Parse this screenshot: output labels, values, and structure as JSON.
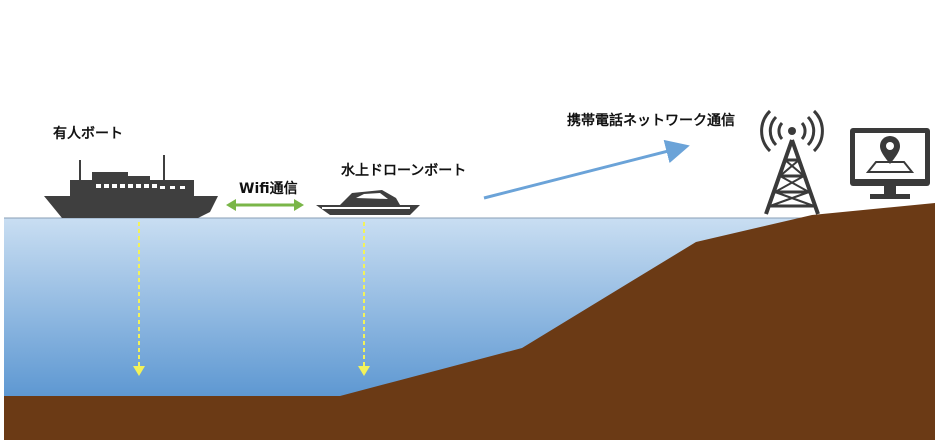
{
  "labels": {
    "manned_boat": "有人ボート",
    "wifi": "Wifi通信",
    "drone_boat": "水上ドローンボート",
    "mobile_network": "携帯電話ネットワーク通信"
  },
  "colors": {
    "sea_top": "#c9def2",
    "sea_bottom": "#5e98d2",
    "ground": "#6b3a15",
    "wifi_arrow": "#7ab648",
    "network_arrow": "#6ba3d8",
    "sonar_line": "#f2f25a",
    "vessel": "#3f3f3f"
  },
  "icons": {
    "manned_boat": "ship-icon",
    "drone_boat": "speedboat-icon",
    "tower": "cell-tower-icon",
    "monitor": "monitor-location-icon"
  }
}
